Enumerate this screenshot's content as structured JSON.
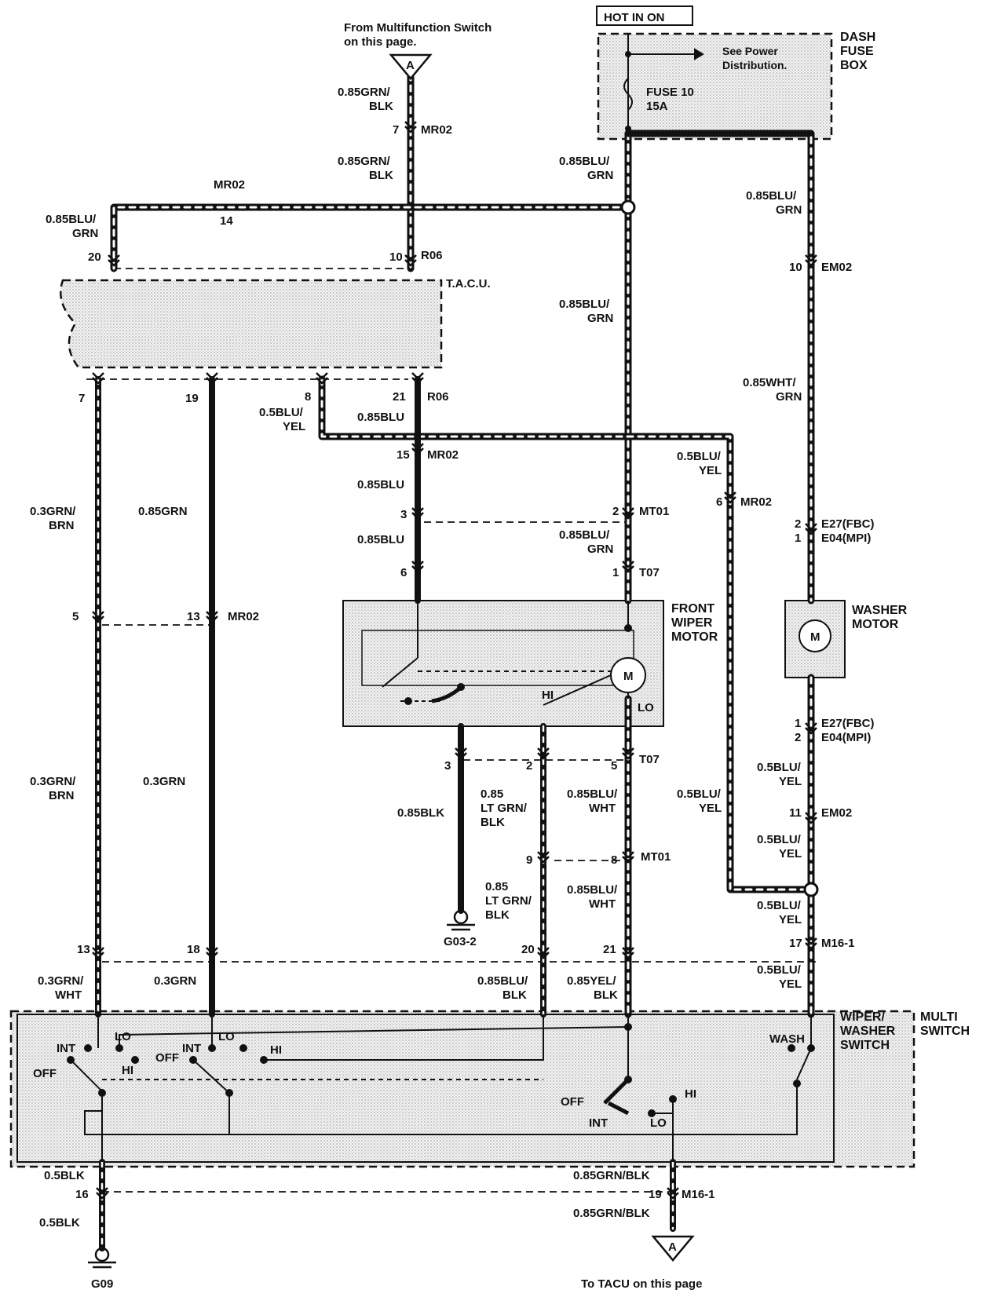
{
  "header": {
    "hot_in_on": "HOT IN ON",
    "from_multi": "From Multifunction Switch",
    "from_multi2": "on this page.",
    "dash": "DASH",
    "fuse": "FUSE",
    "box": "BOX",
    "see_power": "See Power",
    "distribution": "Distribution.",
    "fuse10": "FUSE 10",
    "fuse_amp": "15A",
    "connector_a": "A",
    "to_tacu": "To TACU on this page"
  },
  "components": {
    "tacu": "T.A.C.U.",
    "front_wiper1": "FRONT",
    "front_wiper2": "WIPER",
    "front_wiper3": "MOTOR",
    "washer1": "WASHER",
    "washer2": "MOTOR",
    "motor_m": "M",
    "hi": "HI",
    "lo": "LO",
    "multi1": "MULTI",
    "multi2": "SWITCH",
    "wws1": "WIPER/",
    "wws2": "WASHER",
    "wws3": "SWITCH",
    "int": "INT",
    "off": "OFF",
    "wash": "WASH",
    "g09": "G09",
    "g03": "G03-2"
  },
  "labels": {
    "w_085grn_blk": "0.85GRN/",
    "w_blk": "BLK",
    "w_085blu_grn": "0.85BLU/",
    "w_grn": "GRN",
    "w_085blu": "0.85BLU",
    "w_05blu_yel": "0.5BLU/",
    "w_yel": "YEL",
    "w_03grn_brn": "0.3GRN/",
    "w_brn": "BRN",
    "w_085grn": "0.85GRN",
    "w_03grn": "0.3GRN",
    "w_085wht_grn": "0.85WHT/",
    "w_085blk": "0.85BLK",
    "w_085": "0.85",
    "w_ltgrn": "LT GRN/",
    "w_085blu_wht": "0.85BLU/",
    "w_wht": "WHT",
    "w_03grn_wht": "0.3GRN/",
    "w_085blu_blk": "0.85BLU/",
    "w_085yel_blk": "0.85YEL/",
    "w_05blk": "0.5BLK",
    "w_085grnblk": "0.85GRN/BLK",
    "c_mr02": "MR02",
    "c_r06": "R06",
    "c_em02": "EM02",
    "c_mt01": "MT01",
    "c_t07": "T07",
    "c_e27": "E27(FBC)",
    "c_e04": "E04(MPI)",
    "c_m16": "M16-1",
    "p7": "7",
    "p14": "14",
    "p10": "10",
    "p20": "20",
    "p19": "19",
    "p8": "8",
    "p21": "21",
    "p15": "15",
    "p3": "3",
    "p6": "6",
    "p2": "2",
    "p1": "1",
    "p5": "5",
    "p13": "13",
    "p9": "9",
    "p17": "17",
    "p11": "11",
    "p18": "18",
    "p16": "16"
  }
}
